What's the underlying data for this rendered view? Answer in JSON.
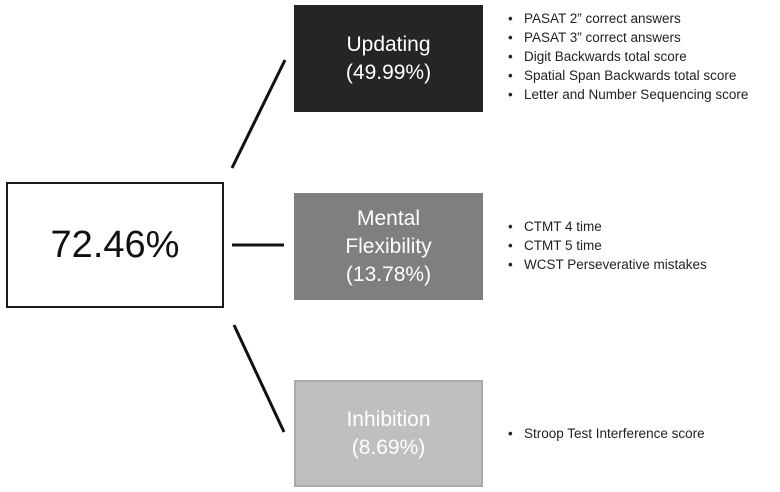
{
  "total": {
    "value": "72.46%"
  },
  "factors": [
    {
      "name": "Updating",
      "percent": "(49.99%)",
      "fill": "#252525",
      "text_color": "#ffffff",
      "measures": [
        "PASAT 2” correct answers",
        "PASAT 3” correct answers",
        "Digit Backwards total score",
        "Spatial Span Backwards total score",
        "Letter and Number Sequencing score"
      ]
    },
    {
      "name": "Mental",
      "name_line2": "Flexibility",
      "percent": "(13.78%)",
      "fill": "#7f7f7f",
      "text_color": "#ffffff",
      "measures": [
        "CTMT 4 time",
        "CTMT 5 time",
        "WCST Perseverative mistakes"
      ]
    },
    {
      "name": "Inhibition",
      "percent": "(8.69%)",
      "fill": "#bfbfbf",
      "text_color": "#ffffff",
      "measures": [
        "Stroop Test Interference score"
      ]
    }
  ],
  "line_color": "#111111"
}
